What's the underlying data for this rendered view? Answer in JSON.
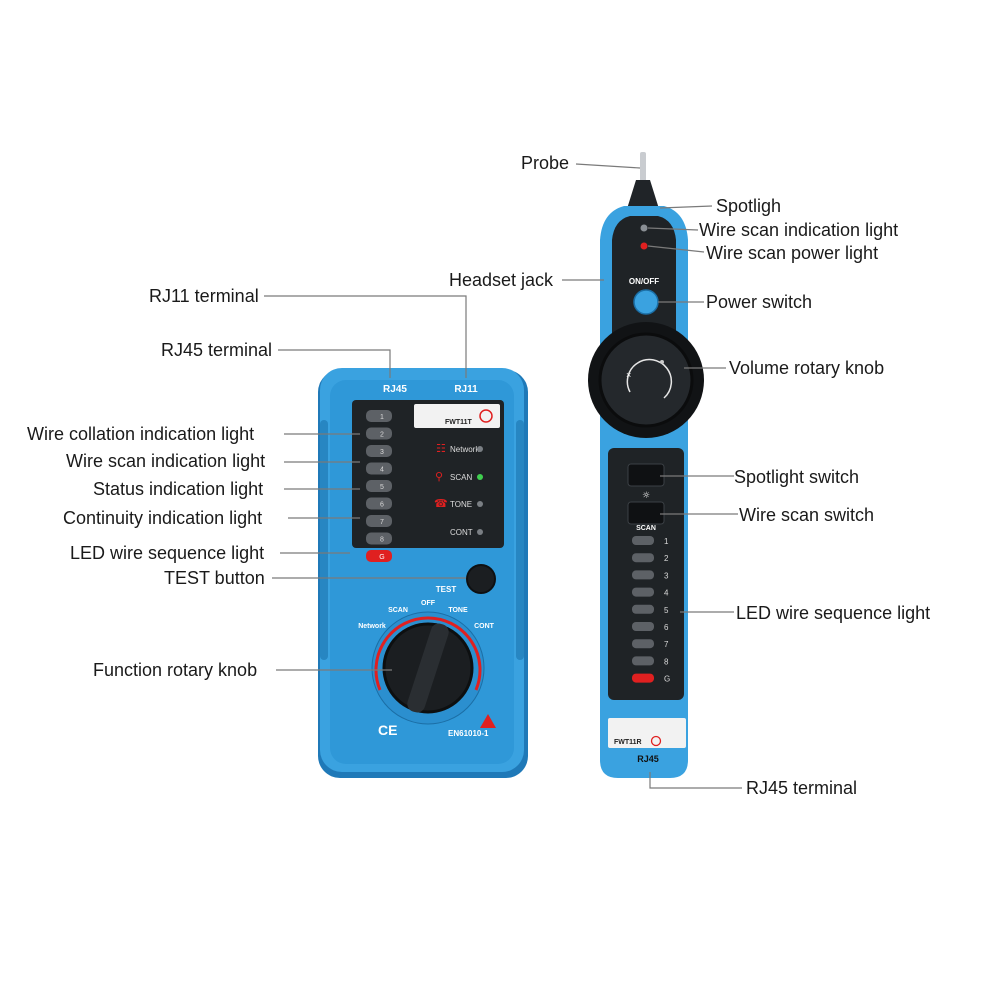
{
  "labels": {
    "probe": "Probe",
    "spotlight": "Spotligh",
    "wire_scan_indication_right": "Wire scan indication light",
    "wire_scan_power": "Wire scan power light",
    "headset_jack": "Headset jack",
    "power_switch": "Power switch",
    "rj11_terminal": "RJ11 terminal",
    "rj45_terminal_left": "RJ45 terminal",
    "volume_knob": "Volume rotary knob",
    "wire_collation": "Wire collation indication light",
    "wire_scan_indication_left": "Wire scan indication light",
    "status_indication": "Status indication light",
    "continuity_indication": "Continuity indication light",
    "spotlight_switch": "Spotlight switch",
    "wire_scan_switch": "Wire scan switch",
    "led_sequence_left": "LED wire sequence light",
    "test_button": "TEST button",
    "led_sequence_right": "LED wire sequence light",
    "function_knob": "Function rotary knob",
    "rj45_terminal_right": "RJ45 terminal"
  },
  "transmitter": {
    "port_rj45": "RJ45",
    "port_rj11": "RJ11",
    "leds": [
      "1",
      "2",
      "3",
      "4",
      "5",
      "6",
      "7",
      "8",
      "G"
    ],
    "indicators": [
      "Network",
      "SCAN",
      "TONE",
      "CONT"
    ],
    "test_label": "TEST",
    "dial": {
      "network": "Network",
      "scan": "SCAN",
      "off": "OFF",
      "tone": "TONE",
      "cont": "CONT"
    },
    "ce_mark": "CE",
    "standard": "EN61010-1",
    "model": "FWT11T"
  },
  "receiver": {
    "on_off": "ON/OFF",
    "scan_label": "SCAN",
    "leds": [
      "1",
      "2",
      "3",
      "4",
      "5",
      "6",
      "7",
      "8",
      "G"
    ],
    "model": "FWT11R",
    "port_rj45": "RJ45"
  },
  "colors": {
    "body_blue": "#2f98d8",
    "panel_dark": "#1f2326",
    "accent_red": "#e02020",
    "scan_green": "#3fcf4f"
  }
}
